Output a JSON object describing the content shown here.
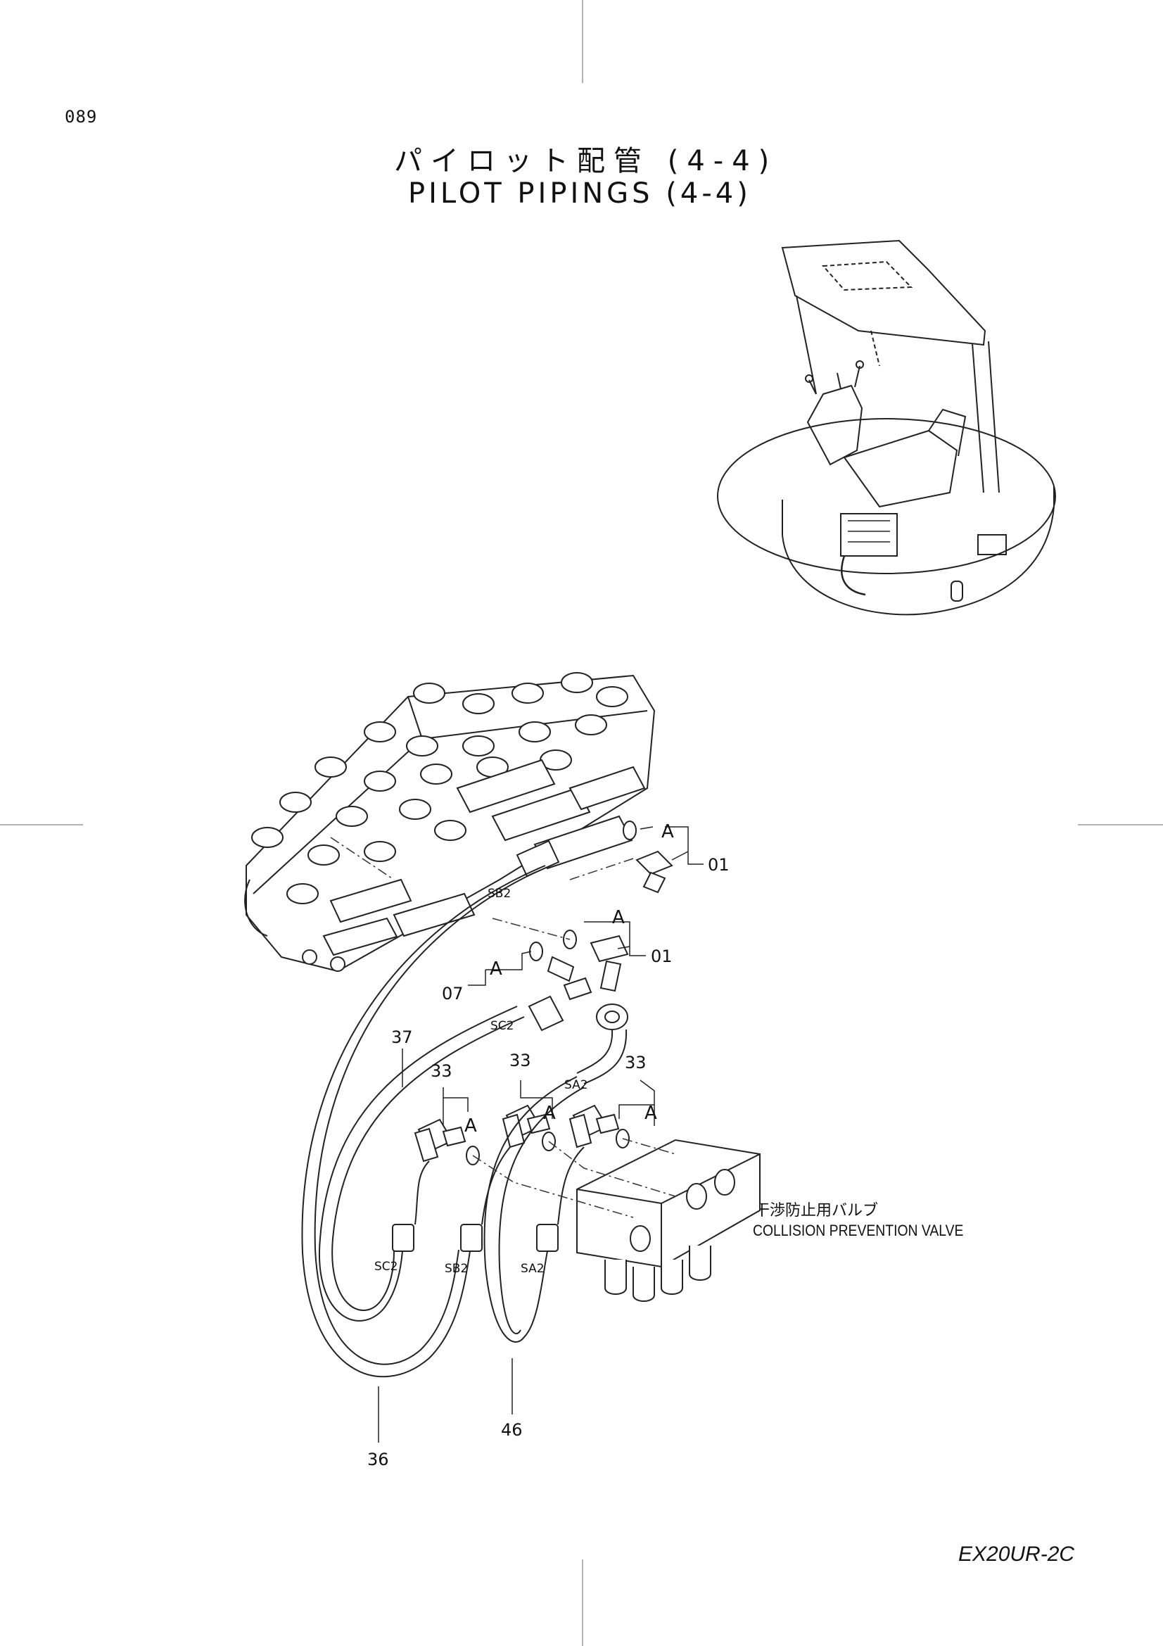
{
  "page": {
    "number": "089",
    "title_jp": "パイロット配管 (4-4)",
    "title_en": "PILOT PIPINGS (4-4)",
    "model": "EX20UR-2C"
  },
  "valve_label": {
    "jp": "干渉防止用バルブ",
    "en": "COLLISION PREVENTION VALVE"
  },
  "callouts": {
    "p01_upper": "01",
    "p01_lower": "01",
    "p07": "07",
    "p33_left": "33",
    "p33_mid": "33",
    "p33_right": "33",
    "p36": "36",
    "p37": "37",
    "p46": "46"
  },
  "detail_markers": {
    "a1": "A",
    "a2": "A",
    "a3": "A",
    "a4": "A",
    "a5": "A",
    "a6": "A"
  },
  "port_labels": {
    "sb2_top": "SB2",
    "sc2_top": "SC2",
    "sa2_top": "SA2",
    "sc2_bottom": "SC2",
    "sb2_bottom": "SB2",
    "sa2_bottom": "SA2"
  }
}
